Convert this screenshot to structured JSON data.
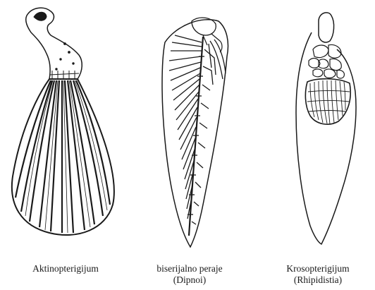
{
  "captions": {
    "actinopterygium": {
      "line1": "Aktinopterigijum"
    },
    "biserial": {
      "line1": "biserijalno peraje",
      "line2": "(Dipnoi)"
    },
    "crossopterygium": {
      "line1": "Krosopterigijum",
      "line2": "(Rhipidistia)"
    }
  },
  "colors": {
    "ink": "#1a1a1a",
    "background": "#ffffff"
  }
}
